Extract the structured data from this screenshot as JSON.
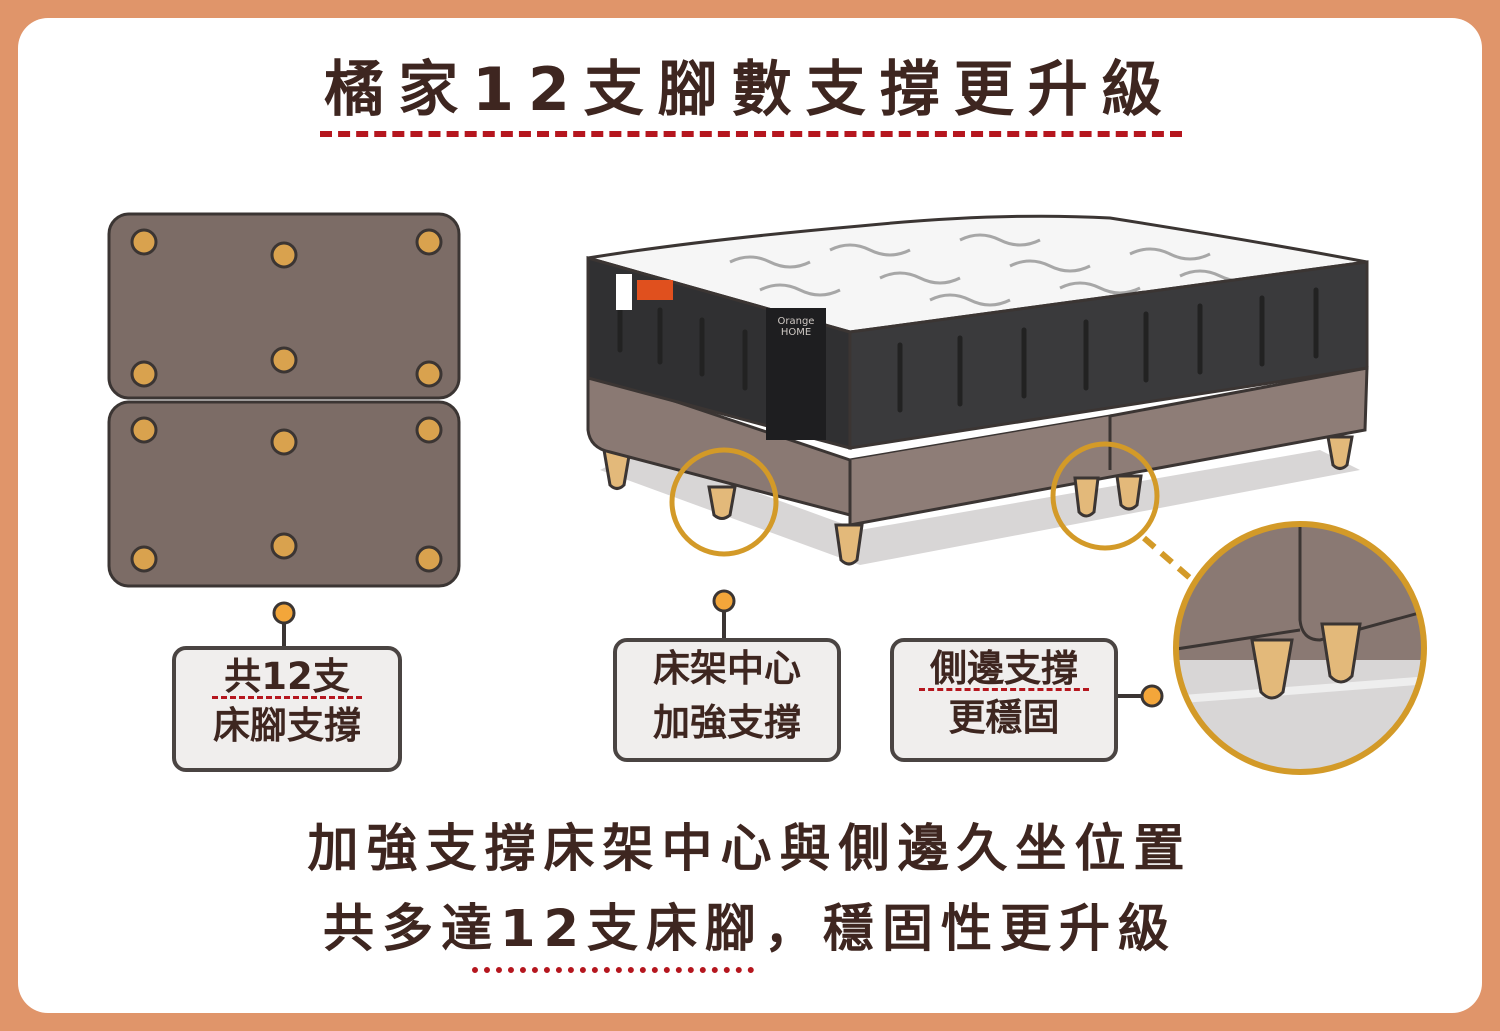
{
  "title": "橘家12支腳數支撐更升級",
  "labels": {
    "total": {
      "line1": "共12支",
      "line2": "床腳支撐"
    },
    "center": {
      "line1": "床架中心",
      "line2": "加強支撐"
    },
    "side": {
      "line1": "側邊支撐",
      "line2": "更穩固"
    }
  },
  "logo": {
    "line1": "Orange",
    "line2": "HOME"
  },
  "bottom": {
    "line1": "加強支撐床架中心與側邊久坐位置",
    "line2": "共多達12支床腳，穩固性更升級"
  },
  "colors": {
    "frame": "#e0956a",
    "accent_dash": "#b5161e",
    "highlight_ring": "#d39a28",
    "base_brown": "#7c6c66",
    "mattress_side": "#2f2f31",
    "wood_leg": "#e3b97a"
  }
}
